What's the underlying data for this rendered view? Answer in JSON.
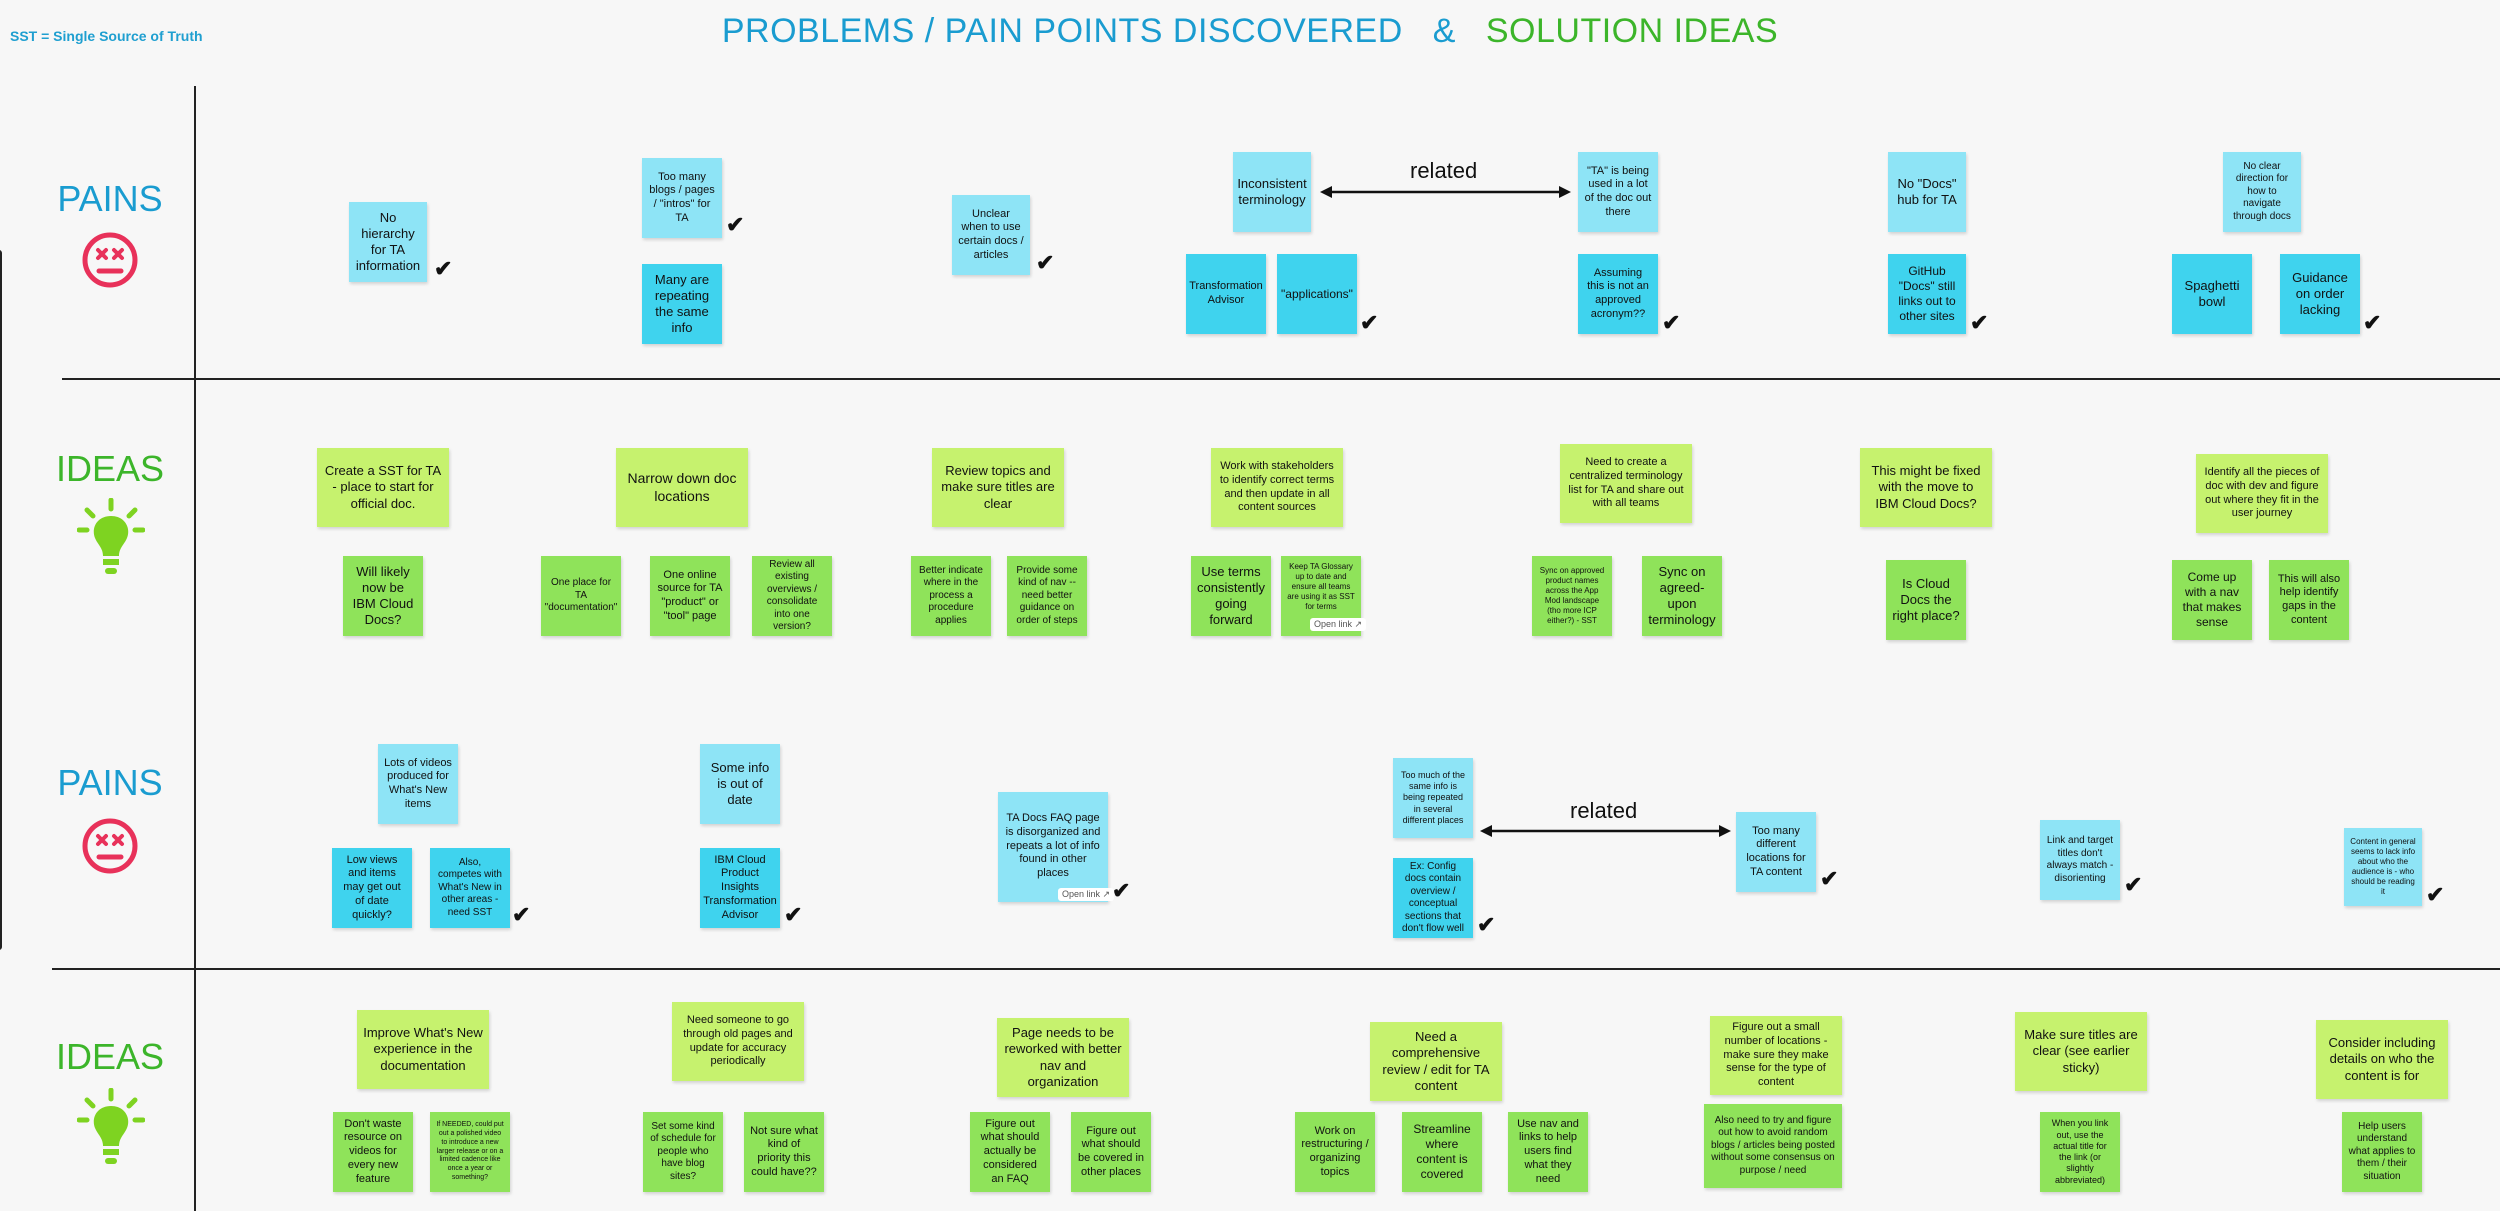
{
  "legend": "SST = Single Source of Truth",
  "title": {
    "pains": "PROBLEMS / PAIN POINTS DISCOVERED",
    "amp": "&",
    "solutions": "SOLUTION IDEAS"
  },
  "row_labels": {
    "pains": "PAINS",
    "ideas": "IDEAS"
  },
  "check_mark": "✔",
  "related_label": "related",
  "open_link": "Open link ↗",
  "colors": {
    "light_blue": "#8ee4f6",
    "dark_blue": "#3fd3ee",
    "light_green": "#c6f26e",
    "dark_green": "#8fe35a",
    "pain_red": "#e8315a",
    "idea_green": "#7ed321"
  },
  "pains1": {
    "p1": "No hierarchy for TA information",
    "p2a": "Too many blogs / pages / \"intros\" for TA",
    "p2b": "Many are repeating the same info",
    "p3": "Unclear when to use certain docs / articles",
    "p4a": "Inconsistent terminology",
    "p4b": "Transformation Advisor",
    "p4c": "\"applications\"",
    "p5a": "\"TA\" is being used in a lot of the doc out there",
    "p5b": "Assuming this is not an approved acronym??",
    "p6a": "No \"Docs\" hub for TA",
    "p6b": "GitHub \"Docs\" still links out to other sites",
    "p7a": "No clear direction for how to navigate through docs",
    "p7b": "Spaghetti bowl",
    "p7c": "Guidance on order lacking"
  },
  "ideas1": {
    "i1a": "Create a SST for TA - place to start for official doc.",
    "i1b": "Will likely now be IBM Cloud Docs?",
    "i2a": "Narrow down doc locations",
    "i2b": "One place for TA \"documentation\"",
    "i2c": "One online source for TA \"product\" or \"tool\" page",
    "i2d": "Review all existing overviews / consolidate into one version?",
    "i3a": "Review topics and make sure titles are clear",
    "i3b": "Better indicate where in the process a procedure applies",
    "i3c": "Provide some kind of nav -- need better guidance on order of steps",
    "i4a": "Work with stakeholders to identify correct terms and then update in all content sources",
    "i4b": "Use terms consistently going forward",
    "i4c": "Keep TA Glossary up to date and ensure all teams are using it as SST for terms",
    "i5a": "Need to create a centralized terminology list for TA and share out with all teams",
    "i5b": "Sync on approved product names across the App Mod landscape (tho more ICP either?) - SST",
    "i5c": "Sync on agreed-upon terminology",
    "i6a": "This might be fixed with the move to IBM Cloud Docs?",
    "i6b": "Is Cloud Docs the right place?",
    "i7a": "Identify all the pieces of doc with dev and figure out where they fit in the user journey",
    "i7b": "Come up with a nav that makes sense",
    "i7c": "This will also help identify gaps in the content"
  },
  "pains2": {
    "p1a": "Lots of videos produced for What's New items",
    "p1b": "Low views and items may get out of date quickly?",
    "p1c": "Also, competes with What's New in other areas - need SST",
    "p2a": "Some info is out of date",
    "p2b": "IBM Cloud Product Insights Transformation Advisor",
    "p3": "TA Docs FAQ page is disorganized and repeats a lot of info found in other places",
    "p4a": "Too much of the same info is being repeated in several different places",
    "p4b": "Ex: Config docs contain overview / conceptual sections that don't flow well",
    "p5": "Too many different locations for TA content",
    "p6": "Link and target titles don't always match - disorienting",
    "p7": "Content in general seems to lack info about who the audience is - who should be reading it"
  },
  "ideas2": {
    "i1a": "Improve What's New experience in the documentation",
    "i1b": "Don't waste resource on videos for every new feature",
    "i1c": "If NEEDED, could put out a polished video to introduce a new larger release or on a limited cadence like once a year or something?",
    "i2a": "Need someone to go through old pages and update for accuracy periodically",
    "i2b": "Set some kind of schedule for people who have blog sites?",
    "i2c": "Not sure what kind of priority this could have??",
    "i3a": "Page needs to be reworked with better nav and organization",
    "i3b": "Figure out what should actually be considered an FAQ",
    "i3c": "Figure out what should be covered in other places",
    "i4a": "Need a comprehensive review / edit for TA content",
    "i4b": "Work on restructuring / organizing topics",
    "i4c": "Streamline where content is covered",
    "i4d": "Use nav and links to help users find what they need",
    "i5a": "Figure out a small number of locations - make sure they make sense for the type of content",
    "i5b": "Also need to try and figure out how to avoid random blogs / articles being posted without some consensus on purpose / need",
    "i6a": "Make sure titles are clear (see earlier sticky)",
    "i6b": "When you link out, use the actual title for the link (or slightly abbreviated)",
    "i7a": "Consider including details on who the content is for",
    "i7b": "Help users understand what applies to them / their situation"
  }
}
